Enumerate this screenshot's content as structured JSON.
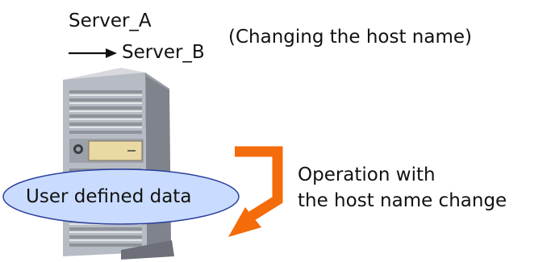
{
  "labels": {
    "old_host": "Server_A",
    "new_host": "Server_B",
    "note": "(Changing the host name)",
    "operation_line1": "Operation with",
    "operation_line2": "the host name change",
    "data_label": "User defined data"
  },
  "colors": {
    "arrow_orange": "#f46b0a",
    "ellipse_fill": "#c9dcff",
    "ellipse_stroke": "#2b3f9c",
    "server_face": "#b8bcc4",
    "server_side": "#8c9099",
    "panel": "#ead9a3"
  },
  "icons": [
    "right-arrow-icon",
    "server-icon",
    "curved-return-arrow-icon"
  ]
}
